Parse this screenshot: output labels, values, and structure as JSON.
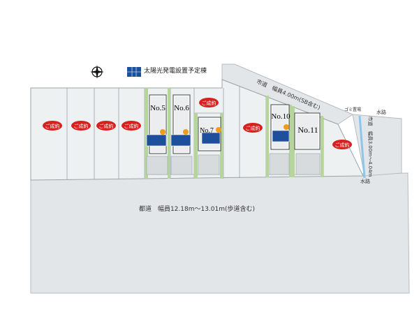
{
  "legend": {
    "solar_label": "太陽光発電設置予定棟"
  },
  "roads": {
    "main": "都道　幅員12.18m～13.01m(歩道含む)",
    "upper": "市道　幅員4.00m(SB含む)",
    "side": "市道　幅員3.00m～4.04m",
    "waterway_top": "水路",
    "waterway_bottom": "水路",
    "garbage": "ゴミ置場"
  },
  "lots": [
    {
      "id": "sold-1",
      "label": "ご成約",
      "status": "sold"
    },
    {
      "id": "sold-2",
      "label": "ご成約",
      "status": "sold"
    },
    {
      "id": "sold-3",
      "label": "ご成約",
      "status": "sold"
    },
    {
      "id": "sold-4",
      "label": "ご成約",
      "status": "sold"
    },
    {
      "id": "no-5",
      "label": "No.5",
      "status": "available",
      "solar": true
    },
    {
      "id": "no-6",
      "label": "No.6",
      "status": "available",
      "solar": true
    },
    {
      "id": "sold-7",
      "label": "ご成約",
      "status": "sold"
    },
    {
      "id": "no-7",
      "label": "No.7",
      "status": "available",
      "solar": true
    },
    {
      "id": "sold-8",
      "label": "ご成約",
      "status": "sold"
    },
    {
      "id": "no-10",
      "label": "No.10",
      "status": "available",
      "solar": true
    },
    {
      "id": "no-11",
      "label": "No.11",
      "status": "available",
      "solar": false
    },
    {
      "id": "sold-9",
      "label": "ご成約",
      "status": "sold"
    }
  ],
  "colors": {
    "lot_fill": "#eef1f2",
    "lot_line": "#9aa4a8",
    "sold_badge": "#d8201f",
    "green": "#9bc37b",
    "solar_panel": "#1e4f9c",
    "sun": "#f29a1d",
    "road": "#e1e4e6"
  }
}
